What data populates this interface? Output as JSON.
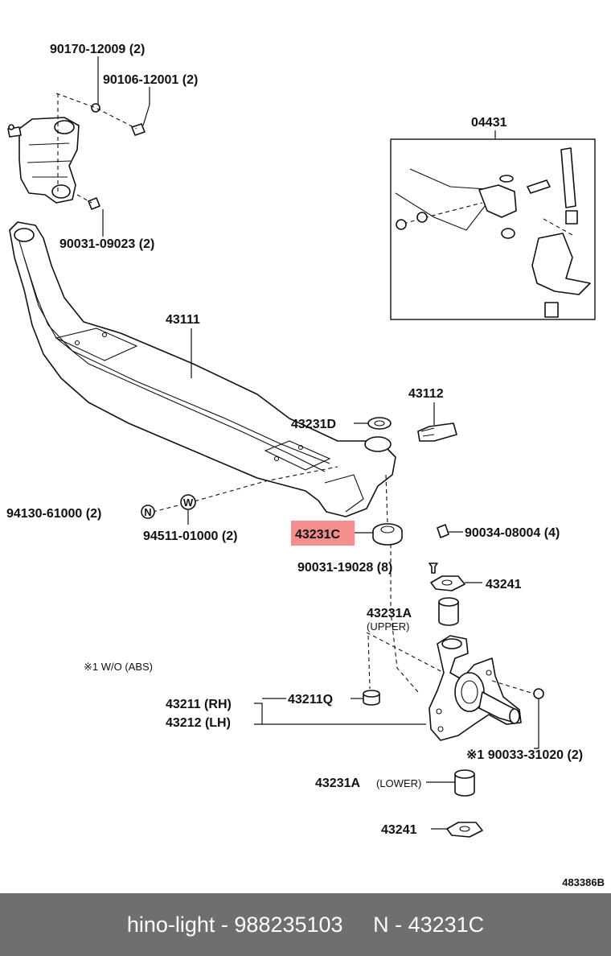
{
  "labels": {
    "p90170": "90170-12009 (2)",
    "p90106": "90106-12001 (2)",
    "p90031a": "90031-09023 (2)",
    "p04431": "04431",
    "p43111": "43111",
    "p43112": "43112",
    "p43231d": "43231D",
    "p94130": "94130-61000 (2)",
    "p94511": "94511-01000 (2)",
    "p43231c": "43231C",
    "p90034": "90034-08004 (4)",
    "p90031b": "90031-19028 (8)",
    "p43241a": "43241",
    "p43231a_up": "43231A",
    "upper": "(UPPER)",
    "note_abs": "※1 W/O (ABS)",
    "p43211": "43211 (RH)",
    "p43212": "43212 (LH)",
    "p43211q": "43211Q",
    "p90033": "※1 90033-31020 (2)",
    "p43231a_low": "43231A",
    "lower": "(LOWER)",
    "p43241b": "43241",
    "diagram_code": "483386B",
    "mark_n": "N",
    "mark_w": "W"
  },
  "highlight_color": "#f28e8e",
  "footer": {
    "left": "hino-light - 988235103",
    "right": "N - 43231C"
  }
}
